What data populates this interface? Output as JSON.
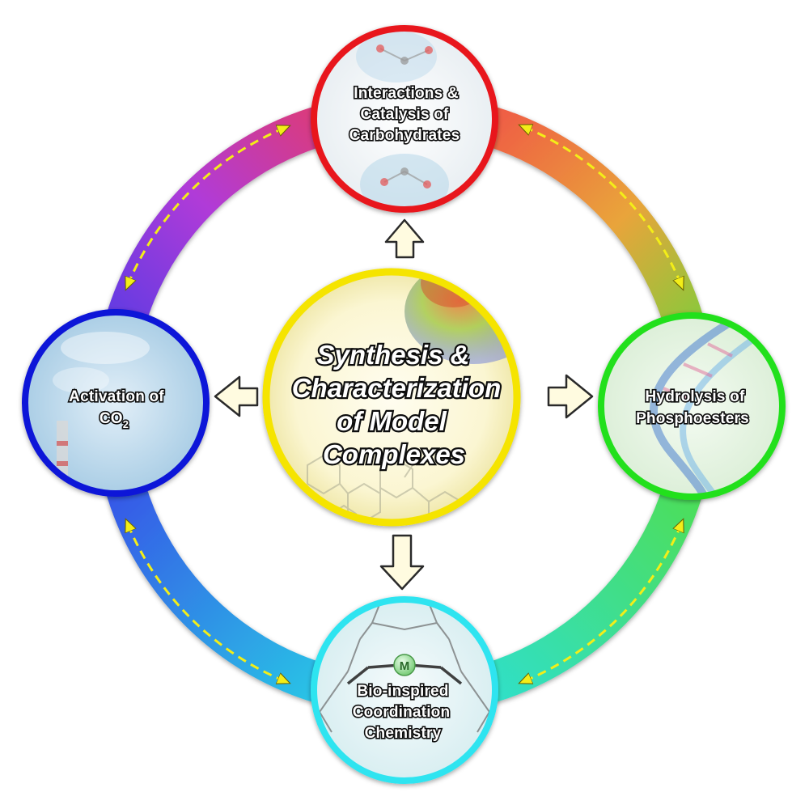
{
  "diagram": {
    "center": {
      "lines": [
        "Synthesis &",
        "Characterization",
        "of Model",
        "Complexes"
      ],
      "ring_color": "#f5e400"
    },
    "nodes": {
      "top": {
        "lines": [
          "Interactions &",
          "Catalysis of",
          "Carbohydrates"
        ],
        "ring_color": "#e8141b"
      },
      "right": {
        "lines": [
          "Hydrolysis of",
          "Phosphoesters"
        ],
        "ring_color": "#22e01f"
      },
      "bottom": {
        "lines": [
          "Bio-inspired",
          "Coordination",
          "Chemistry"
        ],
        "ring_color": "#2ee4f0",
        "metal_symbol": "M"
      },
      "left": {
        "lines": [
          "Activation of"
        ],
        "formula_base": "CO",
        "formula_subscript": "2",
        "ring_color": "#0b12d8"
      }
    },
    "ring_gradient": {
      "red": "#f23a4a",
      "green": "#55dd3a",
      "cyan": "#28e0e6",
      "blue": "#3a3ae8",
      "purple": "#b03ad8"
    },
    "arrow_color": "#f3ee18",
    "connector_arrow_fill": "#fffbe0"
  }
}
